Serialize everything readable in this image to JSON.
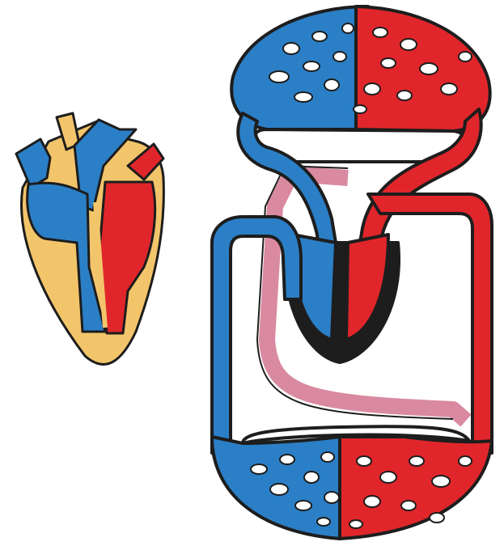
{
  "colors": {
    "deoxygenated": "#2b7fc6",
    "oxygenated": "#e0262b",
    "lymph": "#d98aa0",
    "heart_wall": "#f3c56b",
    "outline": "#1d1d1d",
    "background": "#ffffff"
  },
  "heart": {
    "chambers": [
      "right-atrium",
      "right-ventricle",
      "left-atrium",
      "left-ventricle"
    ],
    "vessels": [
      "superior-vena-cava",
      "aorta",
      "pulmonary-artery",
      "pulmonary-vein"
    ]
  },
  "circulation": {
    "capillary_beds": [
      "pulmonary-capillaries",
      "systemic-capillaries"
    ],
    "loops": [
      "pulmonary-circuit",
      "systemic-circuit",
      "lymphatic-vessel"
    ]
  }
}
